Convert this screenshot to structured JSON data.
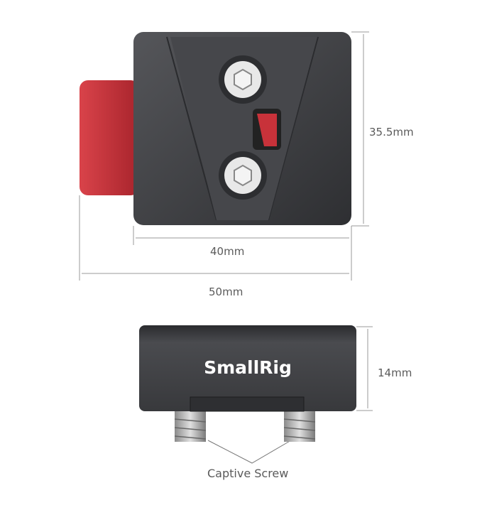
{
  "dimensions": {
    "height_top": "35.5mm",
    "width_body": "40mm",
    "width_total": "50mm",
    "thickness": "14mm"
  },
  "brand_logo": "SmallRig",
  "callout": "Captive Screw",
  "colors": {
    "body": "#3c3d40",
    "lever": "#c8323a",
    "text": "#5a5a5a",
    "dim_line": "#888888"
  }
}
